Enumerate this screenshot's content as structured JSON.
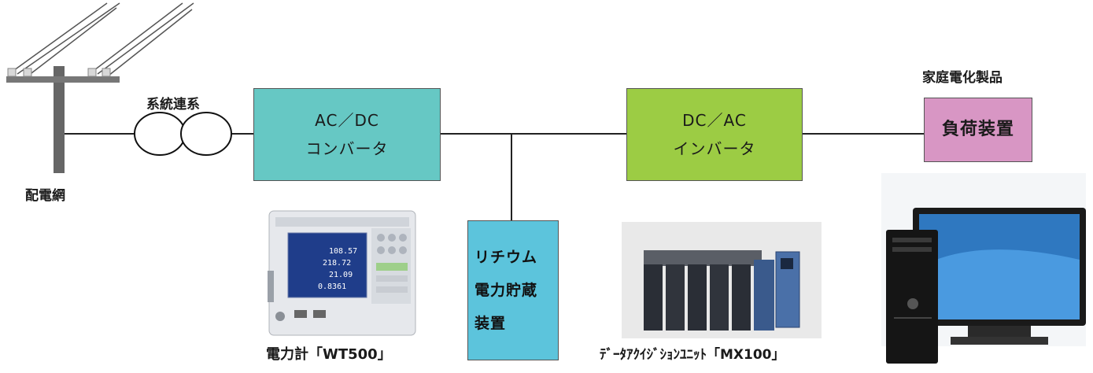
{
  "labels": {
    "grid": "配電網",
    "interconnection": "系統連系",
    "home_appliances": "家庭電化製品",
    "power_meter": "電力計「WT500」",
    "daq_unit": "ﾃﾞｰﾀｱｸｲｼﾞｼｮﾝﾕﾆｯﾄ「MX100」"
  },
  "boxes": {
    "ac_dc": {
      "line1": "AC／DC",
      "line2": "コンバータ",
      "color": "#66c8c4"
    },
    "dc_ac": {
      "line1": "DC／AC",
      "line2": "インバータ",
      "color": "#9ccc44"
    },
    "load": {
      "text": "負荷装置",
      "color": "#d896c4"
    },
    "battery": {
      "line1": "リチウム",
      "line2": "電力貯蔵",
      "line3": "装置",
      "color": "#5cc4dc"
    }
  },
  "meter_display": {
    "values": [
      "108.57",
      "218.72",
      "21.09",
      "0.8361"
    ]
  },
  "colors": {
    "pole": "#666666",
    "insulator": "#cfcfcf",
    "line": "#222222"
  }
}
